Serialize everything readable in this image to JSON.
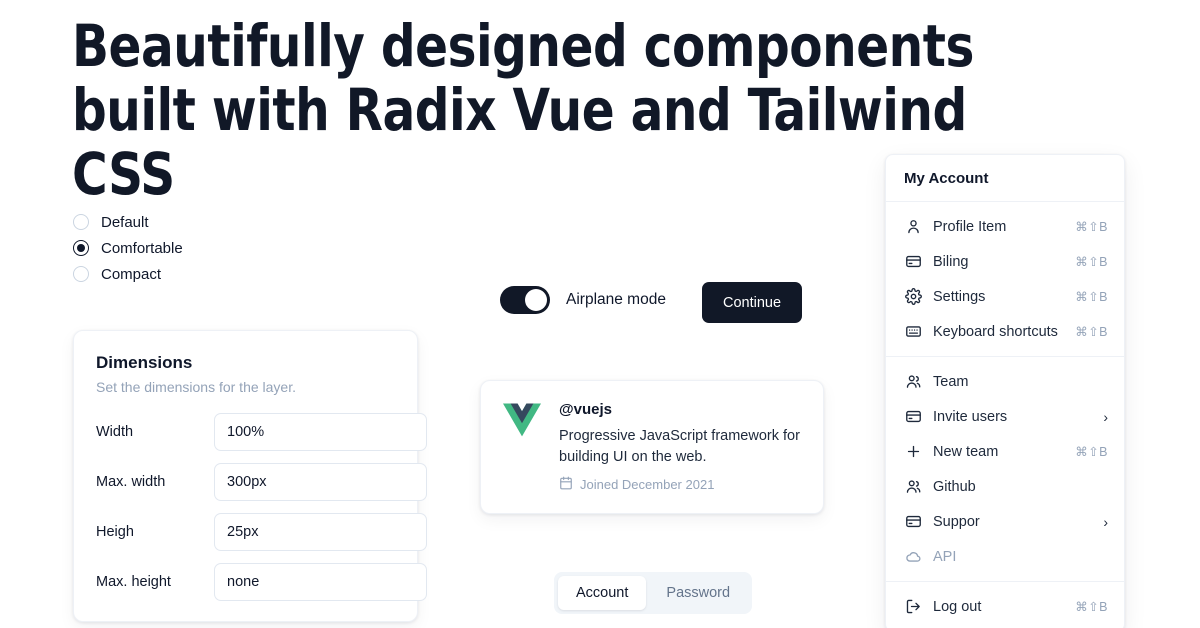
{
  "hero": {
    "heading": "Beautifully designed components\nbuilt with Radix Vue and Tailwind CSS"
  },
  "radio_group": {
    "name": "density",
    "options": [
      {
        "label": "Default",
        "checked": false
      },
      {
        "label": "Comfortable",
        "checked": true
      },
      {
        "label": "Compact",
        "checked": false
      }
    ]
  },
  "dimensions_card": {
    "title": "Dimensions",
    "subtitle": "Set the dimensions for the layer.",
    "fields": [
      {
        "label": "Width",
        "value": "100%"
      },
      {
        "label": "Max. width",
        "value": "300px"
      },
      {
        "label": "Heigh",
        "value": "25px"
      },
      {
        "label": "Max. height",
        "value": "none"
      }
    ]
  },
  "switch_row": {
    "label": "Airplane mode",
    "state": "on",
    "icon": "toggle-switch-icon"
  },
  "continue_button": {
    "label": "Continue"
  },
  "hover_card": {
    "avatar_icon": "vue-logo-icon",
    "handle": "@vuejs",
    "description": "Progressive JavaScript framework for building UI on the web.",
    "joined_icon": "calendar-icon",
    "joined": "Joined December 2021"
  },
  "tabs": {
    "items": [
      {
        "label": "Account",
        "active": true
      },
      {
        "label": "Password",
        "active": false
      }
    ]
  },
  "menu": {
    "header": "My Account",
    "groups": [
      {
        "items": [
          {
            "label": "Profile Item",
            "icon": "user-icon",
            "shortcut": "⌘⇧B"
          },
          {
            "label": "Biling",
            "icon": "credit-card-icon",
            "shortcut": "⌘⇧B"
          },
          {
            "label": "Settings",
            "icon": "gear-icon",
            "shortcut": "⌘⇧B"
          },
          {
            "label": "Keyboard shortcuts",
            "icon": "keyboard-icon",
            "shortcut": "⌘⇧B"
          }
        ]
      },
      {
        "items": [
          {
            "label": "Team",
            "icon": "users-icon",
            "shortcut": ""
          },
          {
            "label": "Invite users",
            "icon": "credit-card-icon",
            "shortcut": "",
            "submenu": true
          },
          {
            "label": "New team",
            "icon": "plus-icon",
            "shortcut": "⌘⇧B"
          },
          {
            "label": "Github",
            "icon": "users-icon",
            "shortcut": ""
          },
          {
            "label": "Suppor",
            "icon": "credit-card-icon",
            "shortcut": "",
            "submenu": true
          },
          {
            "label": "API",
            "icon": "cloud-icon",
            "shortcut": "",
            "disabled": true
          }
        ]
      },
      {
        "items": [
          {
            "label": "Log out",
            "icon": "logout-icon",
            "shortcut": "⌘⇧B"
          }
        ]
      }
    ]
  },
  "colors": {
    "ink": "#0f172a",
    "dark_button": "#111827",
    "muted": "#94a3b8",
    "border": "#e2e8f0",
    "tab_track": "#f1f5f9",
    "vue_green": "#41b883",
    "vue_navy": "#35495e"
  }
}
